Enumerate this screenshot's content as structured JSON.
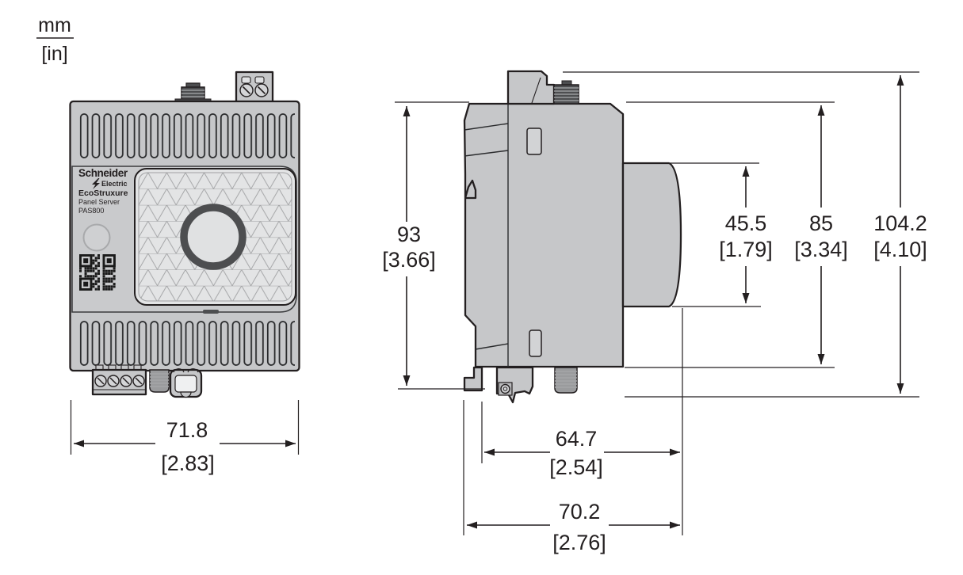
{
  "drawing": {
    "units": {
      "primary": "mm",
      "secondary": "[in]"
    }
  },
  "device": {
    "brand_line1": "Schneider",
    "brand_line2": "Electric",
    "product_family": "EcoStruxure",
    "product_name": "Panel Server",
    "model": "PAS800"
  },
  "dimensions": {
    "front_width": {
      "mm": "71.8",
      "in": "[2.83]"
    },
    "rear_height": {
      "mm": "93",
      "in": "[3.66]"
    },
    "front_face_height": {
      "mm": "45.5",
      "in": "[1.79]"
    },
    "body_height": {
      "mm": "85",
      "in": "[3.34]"
    },
    "overall_height": {
      "mm": "104.2",
      "in": "[4.10]"
    },
    "depth_from_rail": {
      "mm": "64.7",
      "in": "[2.54]"
    },
    "overall_depth": {
      "mm": "70.2",
      "in": "[2.76]"
    }
  },
  "icons": {
    "qr_code": "qr-code-icon",
    "status_led": "round-led-indicator",
    "push_button": "round-push-button",
    "screws": "slotted-screw",
    "lightning": "schneider-lightning-bolt"
  },
  "colors": {
    "body_gray": "#c6c7c9",
    "panel_light": "#e3e4e5",
    "dark_gray": "#4d4e50",
    "line": "#231f20"
  }
}
